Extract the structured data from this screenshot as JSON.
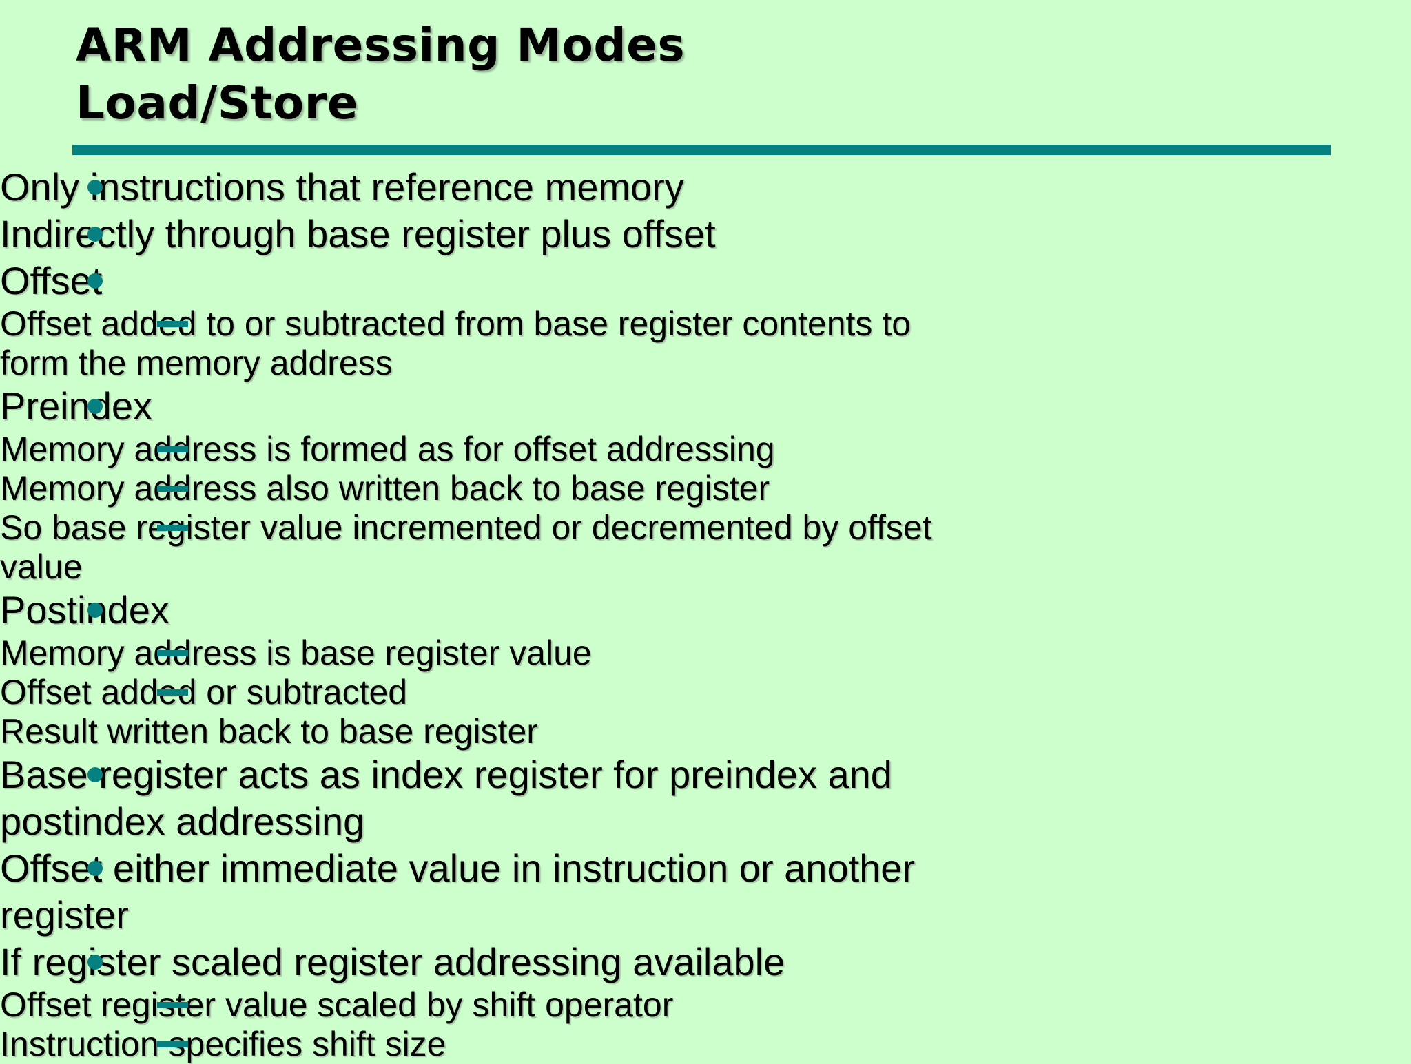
{
  "colors": {
    "background": "#ccffcc",
    "accent_teal": "#068080",
    "text": "#000000"
  },
  "icons": {
    "level1_marker": "dot-bullet-icon",
    "level2_marker": "dash-bullet-icon"
  },
  "slide": {
    "title_line1": "ARM Addressing Modes",
    "title_line2": "Load/Store",
    "bullets": [
      {
        "level": 1,
        "text": "Only instructions that reference memory"
      },
      {
        "level": 1,
        "text": "Indirectly through base register plus offset"
      },
      {
        "level": 1,
        "text": "Offset"
      },
      {
        "level": 2,
        "text": "Offset added to or subtracted from base register contents to\nform the memory address"
      },
      {
        "level": 1,
        "text": "Preindex"
      },
      {
        "level": 2,
        "text": "Memory address is formed as for offset addressing"
      },
      {
        "level": 2,
        "text": "Memory address also written back to base register"
      },
      {
        "level": 2,
        "text": "So base register value incremented or decremented by offset\nvalue"
      },
      {
        "level": 1,
        "text": "Postindex"
      },
      {
        "level": 2,
        "text": "Memory address is base register value"
      },
      {
        "level": 2,
        "text": "Offset added or subtracted\nResult written back to base register"
      },
      {
        "level": 1,
        "text": "Base register acts as index register for preindex and\npostindex addressing"
      },
      {
        "level": 1,
        "text": "Offset either immediate value in instruction or another\nregister"
      },
      {
        "level": 1,
        "text": "If register scaled register addressing available"
      },
      {
        "level": 2,
        "text": "Offset register value scaled by shift operator"
      },
      {
        "level": 2,
        "text": "Instruction specifies shift size"
      }
    ]
  }
}
